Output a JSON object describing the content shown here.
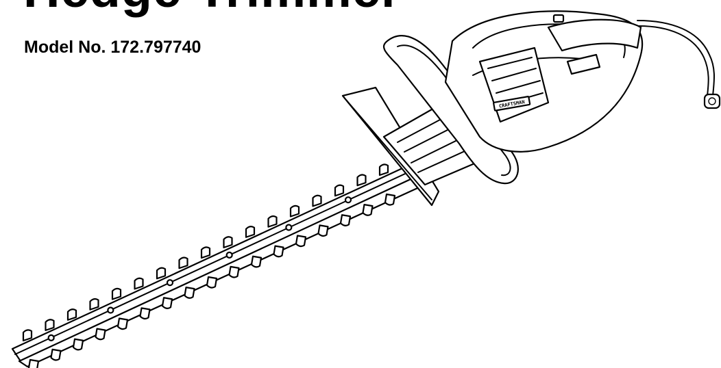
{
  "document": {
    "title": "Hedge Trimmer",
    "model_label": "Model No. 172.797740"
  },
  "illustration": {
    "brand_label": "CRAFTSMAN"
  }
}
